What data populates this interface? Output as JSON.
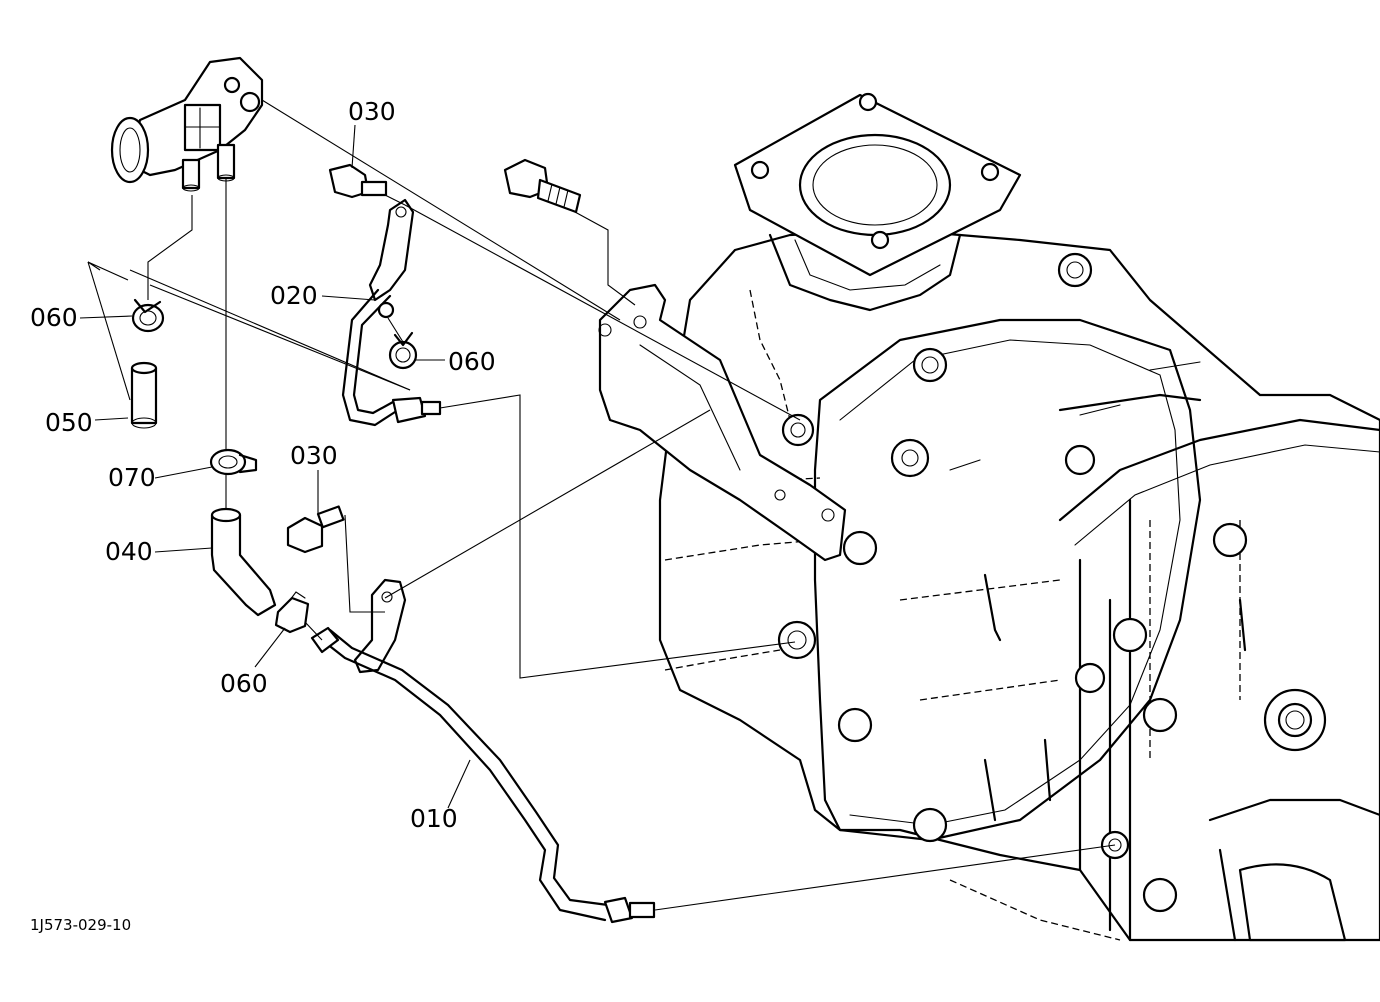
{
  "diagram": {
    "drawing_code": "1J573-029-10",
    "callouts": {
      "p010": "010",
      "p020": "020",
      "p030_upper": "030",
      "p030_lower": "030",
      "p040": "040",
      "p050": "050",
      "p060_left": "060",
      "p060_right": "060",
      "p060_bottom": "060",
      "p070": "070"
    }
  }
}
